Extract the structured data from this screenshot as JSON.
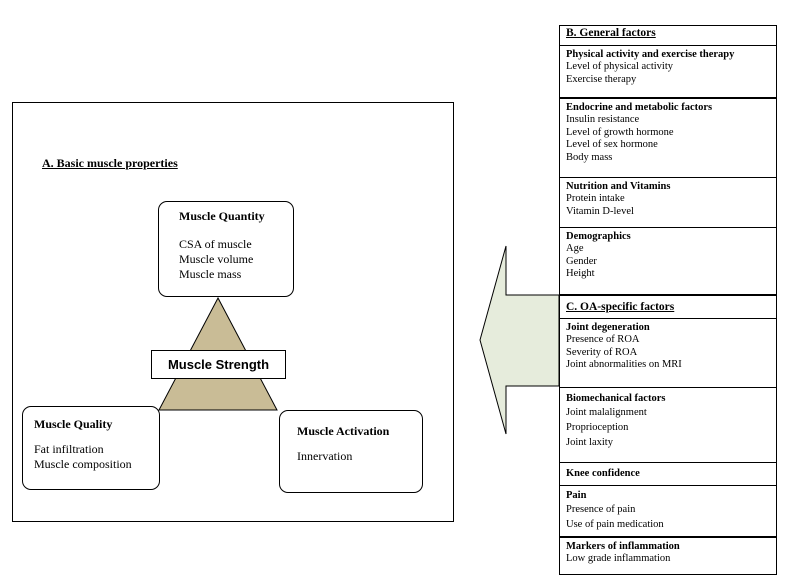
{
  "panel_a": {
    "title": "A. Basic muscle properties",
    "center": "Muscle Strength",
    "quantity": {
      "title": "Muscle Quantity",
      "items": [
        "CSA of muscle",
        "Muscle volume",
        "Muscle mass"
      ]
    },
    "quality": {
      "title": "Muscle Quality",
      "items": [
        "Fat infiltration",
        "Muscle composition"
      ]
    },
    "activation": {
      "title": "Muscle Activation",
      "items": [
        "Innervation"
      ]
    }
  },
  "panel_b": {
    "title": "B. General factors",
    "groups": [
      {
        "title": "Physical activity and exercise therapy",
        "items": [
          "Level of physical activity",
          "Exercise therapy"
        ]
      },
      {
        "title": "Endocrine and metabolic factors",
        "items": [
          "Insulin resistance",
          "Level of growth hormone",
          "Level of sex hormone",
          "Body mass"
        ]
      },
      {
        "title": "Nutrition and Vitamins",
        "items": [
          "Protein intake",
          "Vitamin D-level"
        ]
      },
      {
        "title": "Demographics",
        "items": [
          "Age",
          "Gender",
          "Height"
        ]
      }
    ]
  },
  "panel_c": {
    "title": "C. OA-specific factors",
    "groups": [
      {
        "title": "Joint degeneration",
        "items": [
          "Presence of ROA",
          "Severity of ROA",
          "Joint abnormalities on MRI"
        ]
      },
      {
        "title": "Biomechanical factors",
        "items": [
          "Joint malalignment",
          "Proprioception",
          "Joint laxity"
        ]
      },
      {
        "title": "Knee confidence",
        "items": []
      },
      {
        "title": "Pain",
        "items": [
          "Presence of pain",
          "Use of pain medication"
        ]
      },
      {
        "title": "Markers of inflammation",
        "items": [
          "Low grade inflammation"
        ]
      }
    ]
  },
  "colors": {
    "triangle": "#c9bc96",
    "arrow": "#e6ecdc"
  }
}
